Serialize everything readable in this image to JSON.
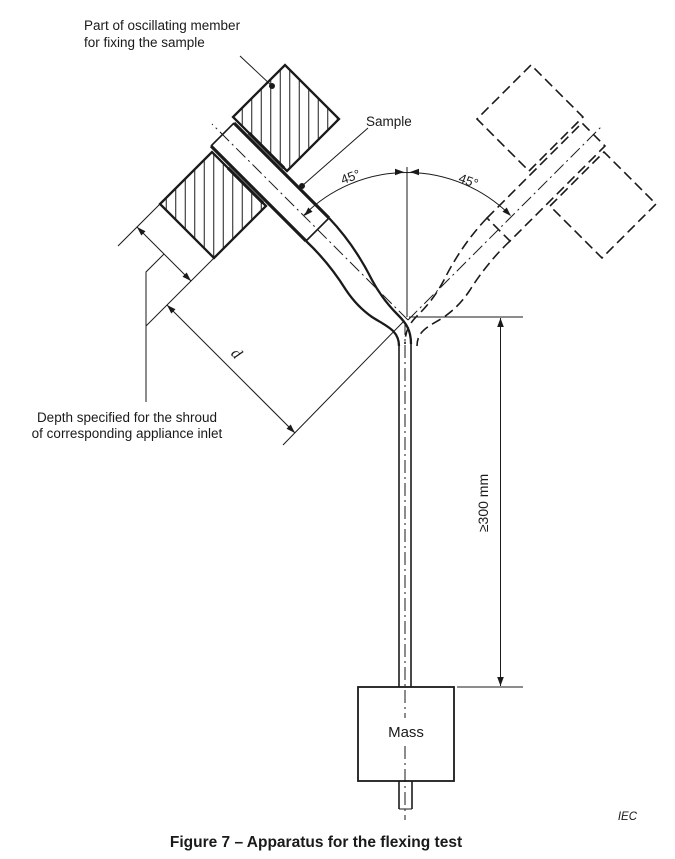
{
  "figure": {
    "caption": "Figure 7 – Apparatus for the flexing test",
    "credit": "IEC"
  },
  "labels": {
    "member_line1": "Part of oscillating member",
    "member_line2": "for fixing the sample",
    "sample": "Sample",
    "angle_left": "45°",
    "angle_right": "45°",
    "depth_line1": "Depth specified for the shroud",
    "depth_line2": "of corresponding appliance inlet",
    "depth_dim": "d",
    "length_dim": "≥300 mm",
    "mass": "Mass"
  },
  "colors": {
    "ink": "#1a1a1a",
    "background": "#ffffff"
  }
}
